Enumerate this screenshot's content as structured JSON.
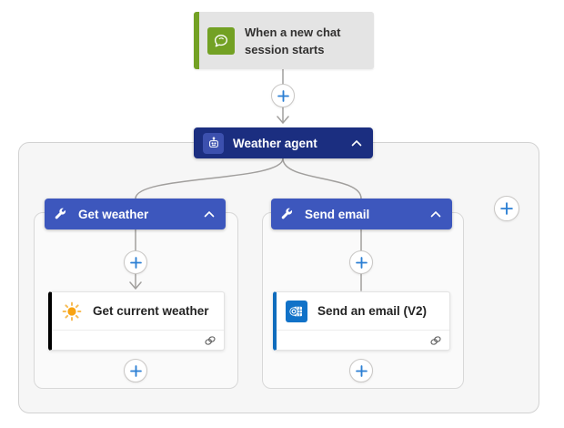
{
  "trigger": {
    "lines": [
      "When a new chat",
      "session starts"
    ],
    "icon": "chat-session-icon",
    "accent_color": "#73a124"
  },
  "agent": {
    "label": "Weather agent",
    "icon": "bot-icon",
    "color": "#1b2e80"
  },
  "tools": [
    {
      "label": "Get weather",
      "icon": "wrench-icon",
      "color": "#3d57bd",
      "action": {
        "label": "Get current weather",
        "icon": "sun-icon",
        "accent_color": "#000000"
      }
    },
    {
      "label": "Send email",
      "icon": "wrench-icon",
      "color": "#3d57bd",
      "action": {
        "label": "Send an email (V2)",
        "icon": "outlook-icon",
        "accent_color": "#0f6cbd"
      }
    }
  ],
  "colors": {
    "plus_icon": "#2b7fd4",
    "edge": "#a19f9d",
    "canvas_container": "#f6f6f6"
  }
}
